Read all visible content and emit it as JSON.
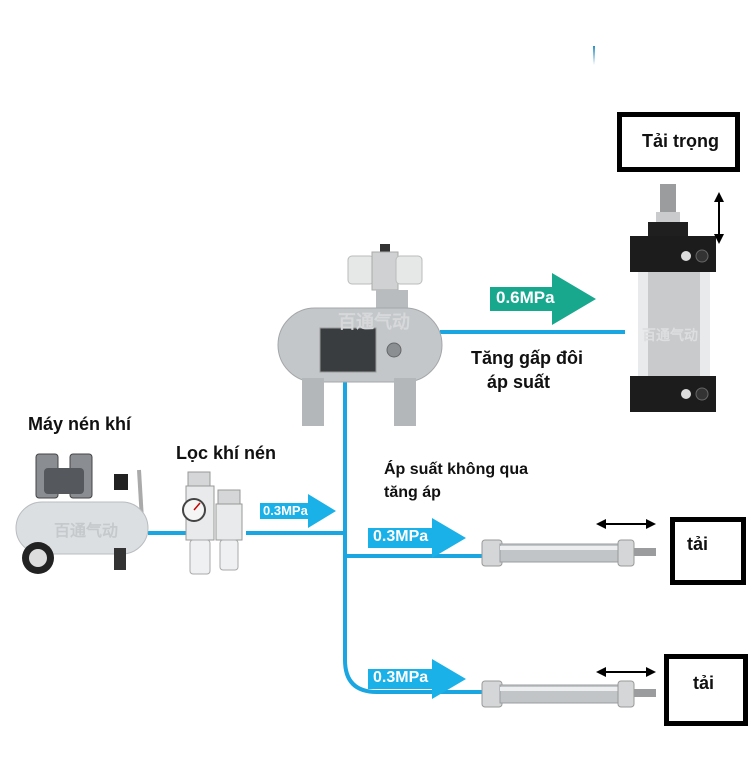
{
  "labels": {
    "compressor": "Máy nén khí",
    "filter": "Lọc khí nén",
    "boosted": [
      "Tăng gấp đôi",
      "áp suất"
    ],
    "unboosted": [
      "Áp suất không qua",
      "tăng áp"
    ]
  },
  "loads": {
    "main": "Tải trọng",
    "load1": "tải",
    "load2": "tải"
  },
  "pressures": {
    "boosted": "0.6MPa",
    "filter_out": "0.3MPa",
    "branch1": "0.3MPa",
    "branch2": "0.3MPa"
  },
  "watermark": "百通气动",
  "colors": {
    "pipe": "#1aa6e0",
    "arrow_blue": "#1ab0e8",
    "arrow_teal": "#17a88e",
    "box_border": "#000000"
  }
}
